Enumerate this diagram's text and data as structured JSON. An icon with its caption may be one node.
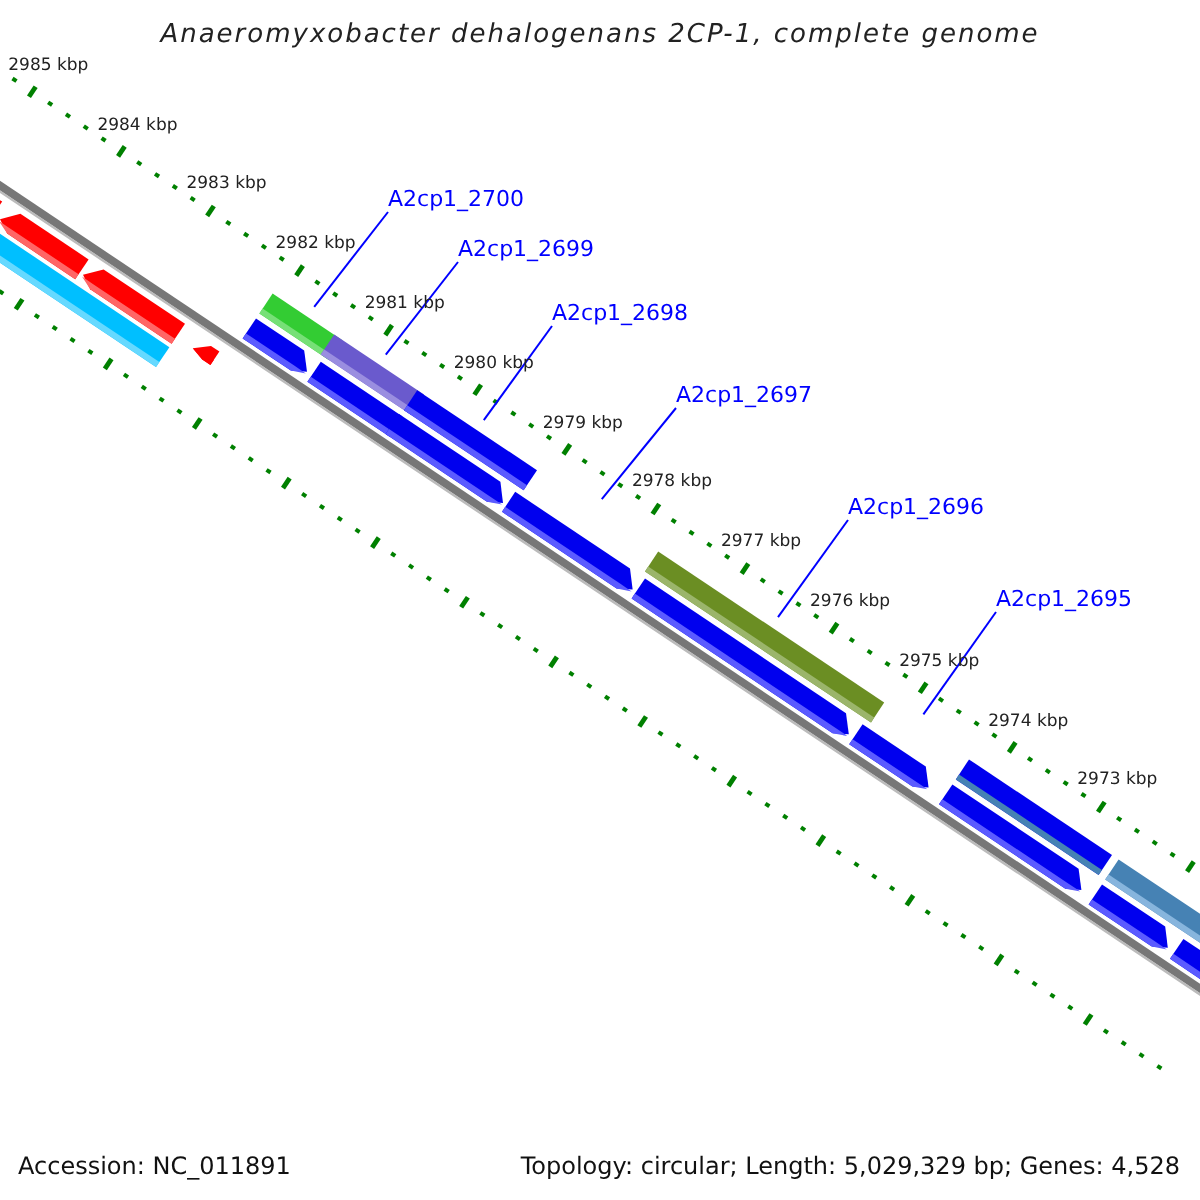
{
  "diagram": {
    "title": "Anaeromyxobacter dehalogenans 2CP-1, complete genome",
    "nodes": [
      {
        "text": [
          "A2cp1_2700"
        ]
      },
      {
        "text": [
          "A2cp1_2699"
        ]
      },
      {
        "text": [
          "A2cp1_2698"
        ]
      },
      {
        "text": [
          "A2cp1_2697"
        ]
      },
      {
        "text": [
          "A2cp1_2696"
        ]
      },
      {
        "text": [
          "A2cp1_2695"
        ]
      },
      {
        "text": [],
        "shape": "bar"
      },
      {
        "text": [],
        "shape": "bar"
      },
      {
        "text": [],
        "shape": "bar"
      },
      {
        "text": [],
        "shape": "bar"
      },
      {
        "text": [],
        "shape": "bar"
      },
      {
        "text": [],
        "shape": "bar"
      },
      {
        "text": [],
        "shape": "bar"
      },
      {
        "text": [],
        "shape": "bar"
      },
      {
        "text": [],
        "shape": "bar"
      },
      {
        "text": [],
        "shape": "bar"
      },
      {
        "text": [],
        "shape": "bar"
      },
      {
        "text": [],
        "shape": "bar"
      },
      {
        "text": [],
        "shape": "bar"
      },
      {
        "text": [],
        "shape": "bar"
      },
      {
        "text": [],
        "shape": "bar"
      },
      {
        "text": [],
        "shape": "bar"
      },
      {
        "text": [],
        "shape": "bar"
      },
      {
        "text": [],
        "shape": "bar"
      },
      {
        "text": [],
        "shape": "bar"
      },
      {
        "text": [],
        "shape": "bar"
      }
    ],
    "edges": [
      {
        "from": 0,
        "to": 12,
        "arrow": "none"
      },
      {
        "from": 1,
        "to": 13,
        "arrow": "none"
      },
      {
        "from": 2,
        "to": 16,
        "arrow": "none"
      },
      {
        "from": 3,
        "to": 17,
        "arrow": "none"
      },
      {
        "from": 4,
        "to": 18,
        "arrow": "none"
      },
      {
        "from": 5,
        "to": 20,
        "arrow": "none"
      }
    ],
    "labels": [
      "2985 kbp",
      "2984 kbp",
      "2983 kbp",
      "2982 kbp",
      "2981 kbp",
      "2980 kbp",
      "2979 kbp",
      "2978 kbp",
      "2977 kbp",
      "2976 kbp",
      "2975 kbp",
      "2974 kbp",
      "2973 kbp",
      "Accession: NC_011891",
      "Topology: circular; Length: 5,029,329 bp; Genes: 4,528"
    ]
  }
}
